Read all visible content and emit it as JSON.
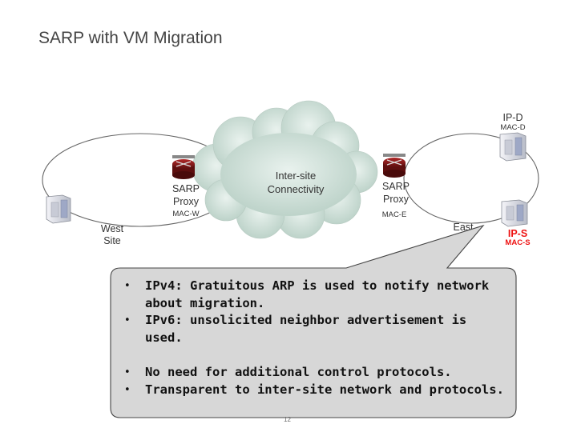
{
  "slide": {
    "title": "SARP with VM Migration",
    "page_number": "12"
  },
  "diagram": {
    "center_label": [
      "Inter-site",
      "Connectivity"
    ],
    "west_router": {
      "name": "SARP",
      "role": "Proxy",
      "mac": "MAC-W"
    },
    "east_router": {
      "name": "SARP",
      "role": "Proxy",
      "mac": "MAC-E"
    },
    "west_site": [
      "West",
      "Site"
    ],
    "east_site": "East",
    "server_d": {
      "ip": "IP-D",
      "mac": "MAC-D"
    },
    "server_s": {
      "ip": "IP-S",
      "mac": "MAC-S"
    },
    "colors": {
      "highlight": "#ee1111",
      "cloud": "#c9dcd4",
      "router": "#8b1a1a",
      "callout_fill": "#d7d7d7"
    }
  },
  "callout": {
    "group1": [
      "IPv4: Gratuitous ARP is used to notify network about migration.",
      "IPv6: unsolicited neighbor advertisement is used."
    ],
    "group2": [
      "No need for additional control protocols.",
      "Transparent to inter-site network and protocols."
    ]
  }
}
